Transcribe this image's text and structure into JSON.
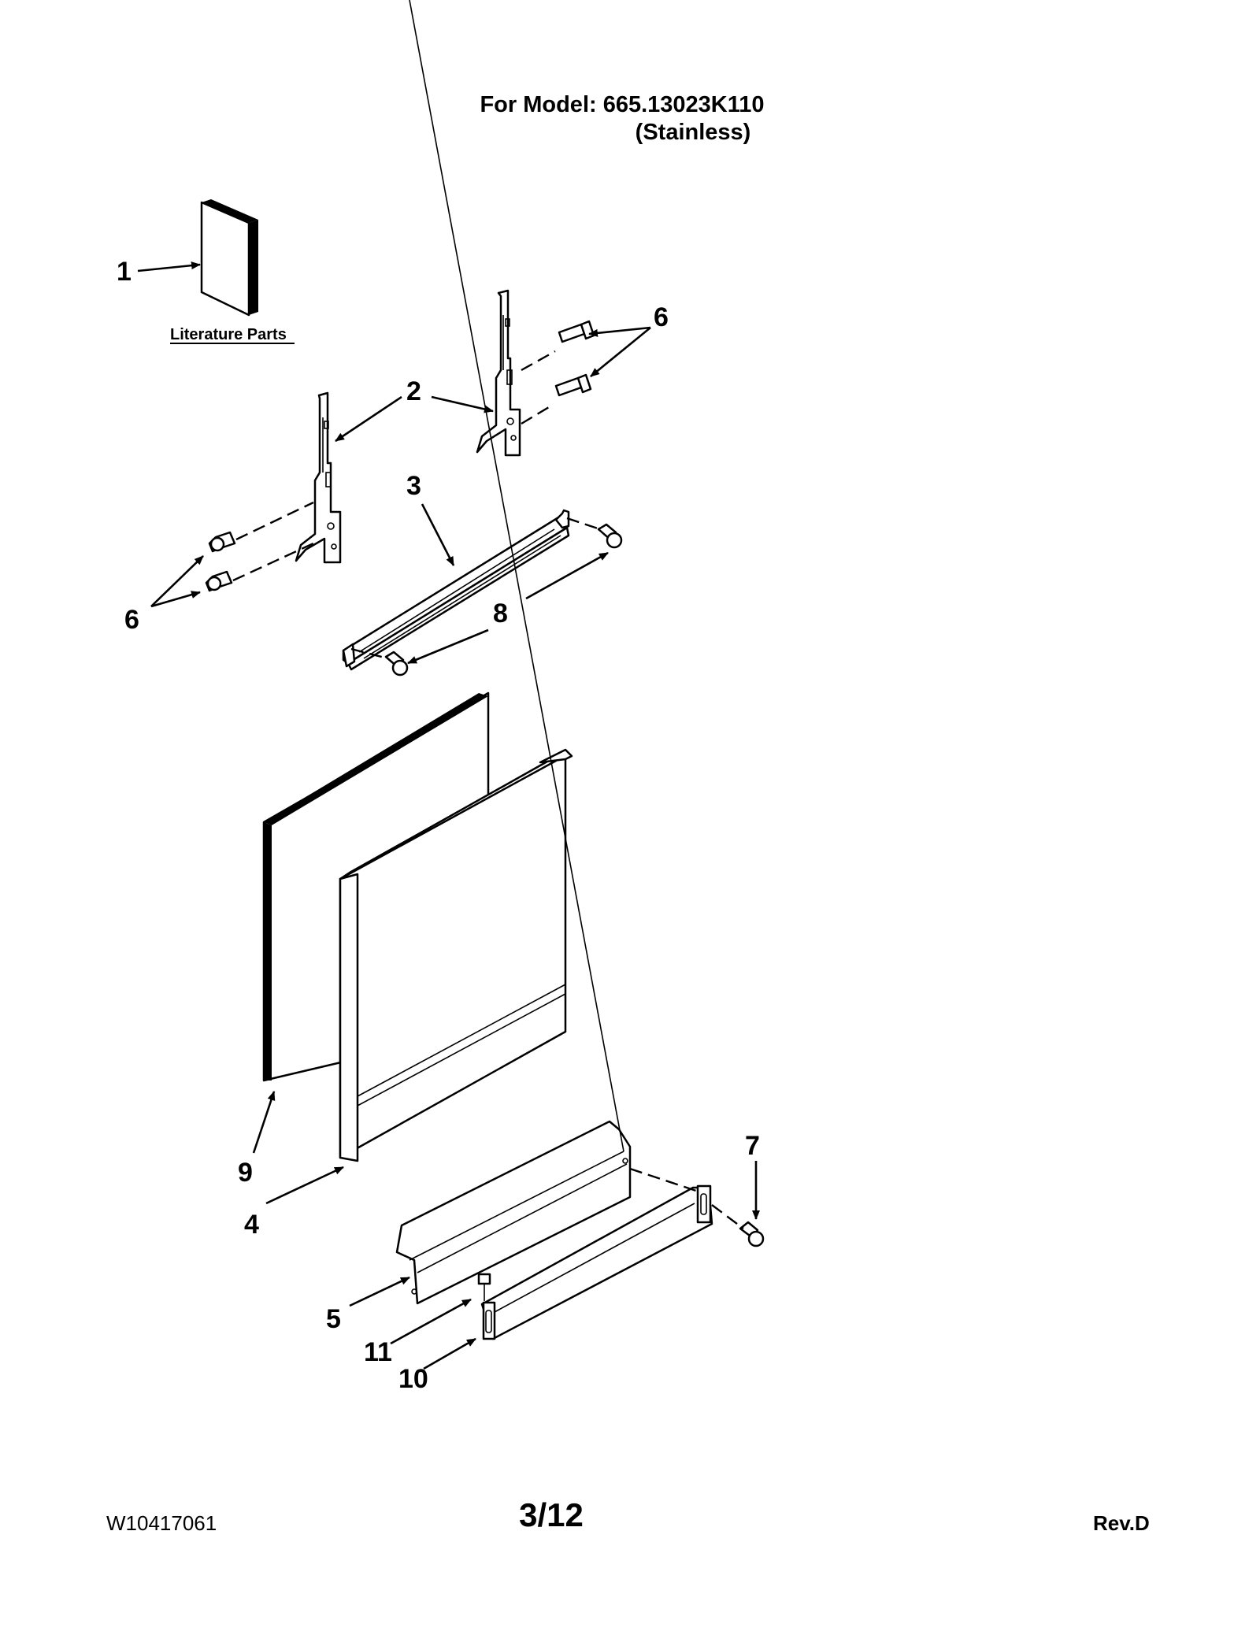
{
  "header": {
    "model_line": "For Model: 665.13023K110",
    "finish_line": "(Stainless)"
  },
  "literature_label": "Literature Parts",
  "callouts": {
    "c1": "1",
    "c2": "2",
    "c3": "3",
    "c4": "4",
    "c5": "5",
    "c6a": "6",
    "c6b": "6",
    "c7": "7",
    "c8": "8",
    "c9": "9",
    "c10": "10",
    "c11": "11"
  },
  "footer": {
    "doc_number": "W10417061",
    "page_number": "3/12",
    "revision": "Rev.D"
  }
}
